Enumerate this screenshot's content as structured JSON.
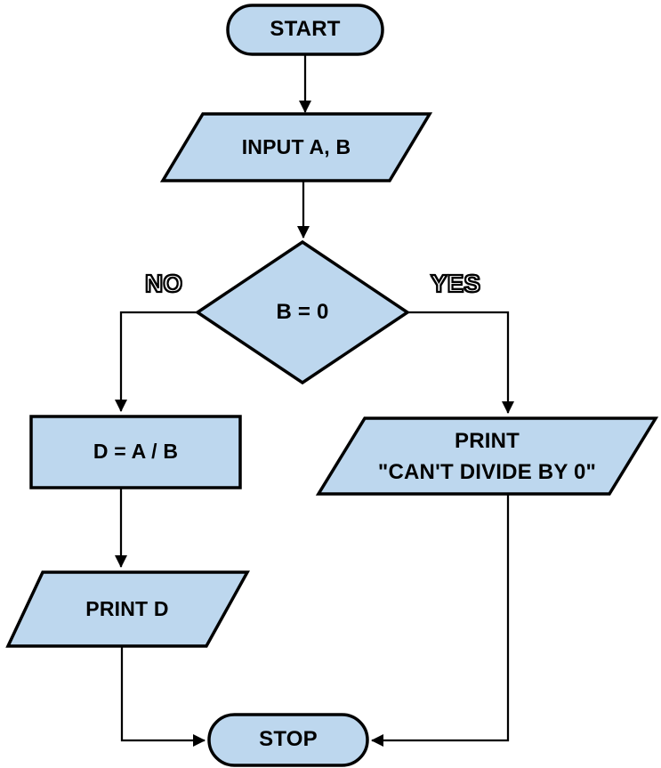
{
  "colors": {
    "node_fill": "#BDD7EE",
    "node_stroke": "#000000",
    "connector": "#000000",
    "background": "#FFFFFF"
  },
  "nodes": {
    "start": {
      "shape": "terminator",
      "label": "START"
    },
    "input_ab": {
      "shape": "parallelogram-io",
      "label": "INPUT A, B"
    },
    "decision_b_zero": {
      "shape": "diamond-decision",
      "label": "B = 0"
    },
    "process_divide": {
      "shape": "rectangle-process",
      "label": "D = A / B"
    },
    "print_error": {
      "shape": "parallelogram-io",
      "line1": "PRINT",
      "line2": "\"CAN'T DIVIDE BY 0\""
    },
    "print_d": {
      "shape": "parallelogram-io",
      "label": "PRINT D"
    },
    "stop": {
      "shape": "terminator",
      "label": "STOP"
    }
  },
  "branch_labels": {
    "no": "NO",
    "yes": "YES"
  }
}
